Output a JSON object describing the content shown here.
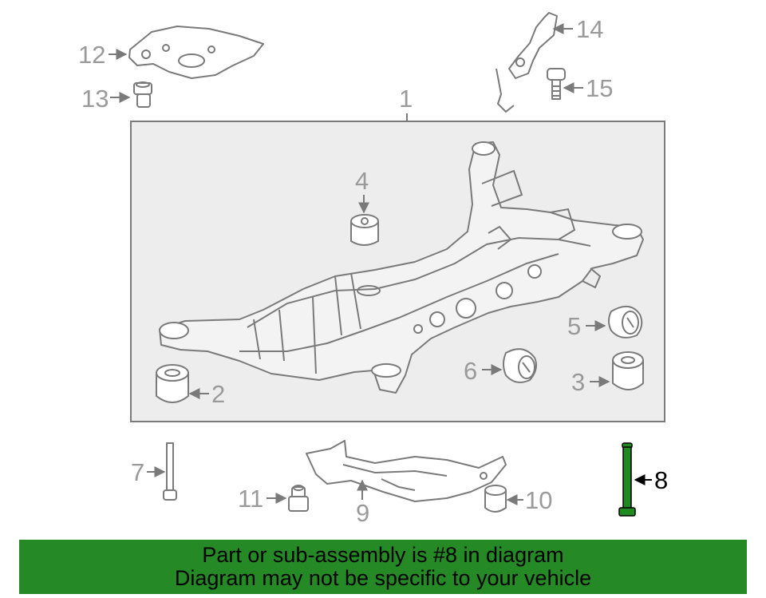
{
  "callouts": {
    "c1": "1",
    "c2": "2",
    "c3": "3",
    "c4": "4",
    "c5": "5",
    "c6": "6",
    "c7": "7",
    "c8": "8",
    "c9": "9",
    "c10": "10",
    "c11": "11",
    "c12": "12",
    "c13": "13",
    "c14": "14",
    "c15": "15"
  },
  "highlight": {
    "part_number": "8",
    "color": "#1f8a1f"
  },
  "banner": {
    "line1": "Part or sub-assembly is #8 in diagram",
    "line2": "Diagram may not be specific to your vehicle",
    "color": "#258a25"
  }
}
